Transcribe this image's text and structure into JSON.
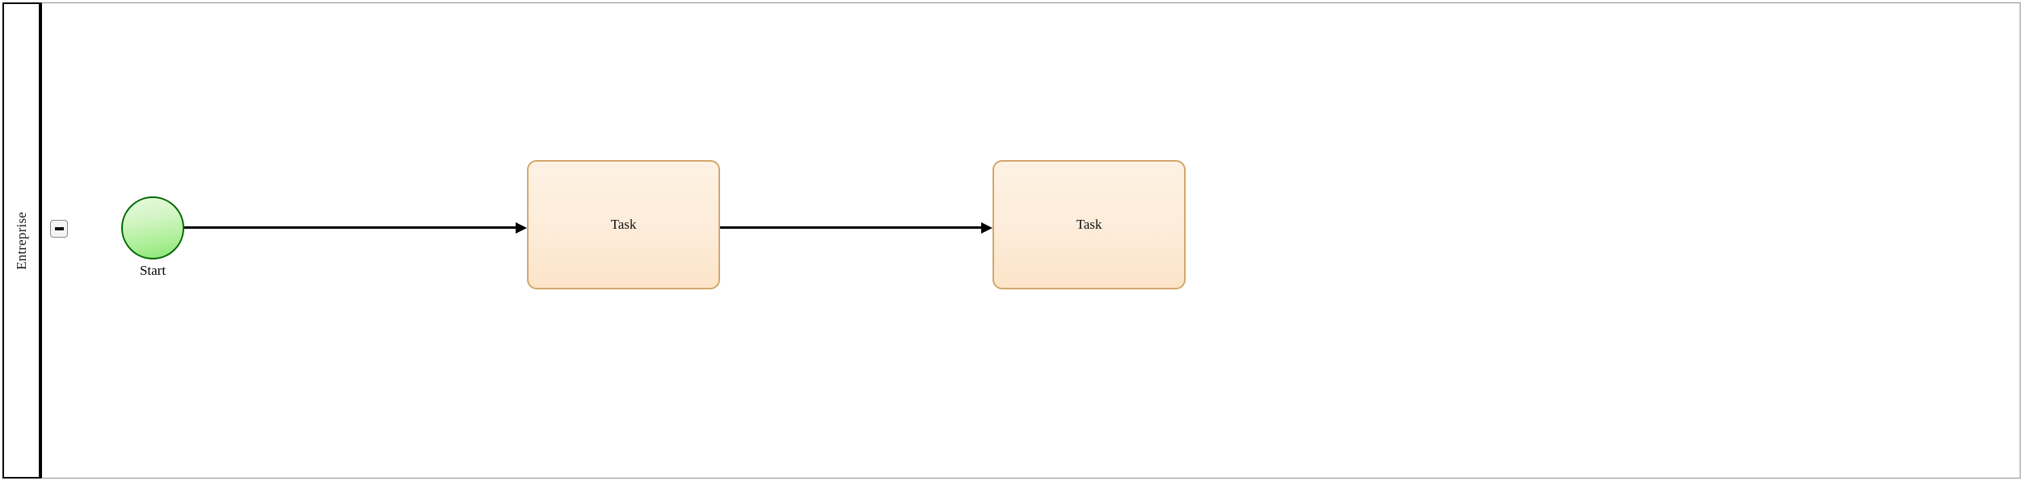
{
  "diagram": {
    "type": "bpmn-process",
    "background_color": "#ffffff"
  },
  "pool": {
    "lane_label": "Entreprise",
    "collapse_button": {
      "icon": "minus-icon",
      "state": "expanded",
      "fill_color": "#f4f4f4",
      "border_color": "#8a8a8a"
    },
    "border_color": "#000000"
  },
  "nodes": {
    "start_event": {
      "label": "Start",
      "shape": "circle",
      "fill_color": "#d3f5c4",
      "border_color": "#046a04"
    },
    "task_1": {
      "label": "Task",
      "shape": "rounded-rectangle",
      "fill_color": "#fdecd9",
      "border_color": "#d3a76c"
    },
    "task_2": {
      "label": "Task",
      "shape": "rounded-rectangle",
      "fill_color": "#fdecd9",
      "border_color": "#d3a76c"
    }
  },
  "flows": {
    "flow_1": {
      "from": "Start",
      "to": "Task",
      "label": "",
      "color": "#000000",
      "arrow": "filled-triangle"
    },
    "flow_2": {
      "from": "Task",
      "to": "Task",
      "label": "",
      "color": "#000000",
      "arrow": "filled-triangle"
    }
  }
}
